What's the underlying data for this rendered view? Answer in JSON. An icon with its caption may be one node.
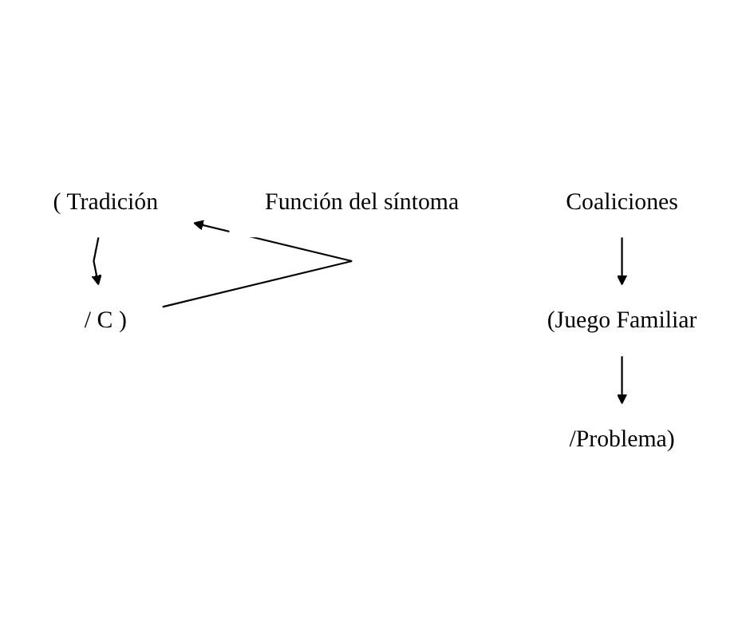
{
  "diagram": {
    "nodes": [
      {
        "text": [
          "( Tradición"
        ]
      },
      {
        "text": [
          "/ C )"
        ]
      },
      {
        "text": [
          "(Juego Familiar"
        ]
      },
      {
        "text": [
          "/Problema)"
        ]
      },
      {
        "text": [
          "Función del síntoma"
        ]
      },
      {
        "text": [
          "Coaliciones"
        ]
      }
    ],
    "edges": [
      {
        "from": 0,
        "to": 1,
        "arrow": "to"
      },
      {
        "from": 1,
        "to": 0,
        "arrow": "to"
      },
      {
        "from": 2,
        "to": 3,
        "arrow": "to"
      },
      {
        "from": 5,
        "to": 2,
        "arrow": "to"
      }
    ]
  }
}
